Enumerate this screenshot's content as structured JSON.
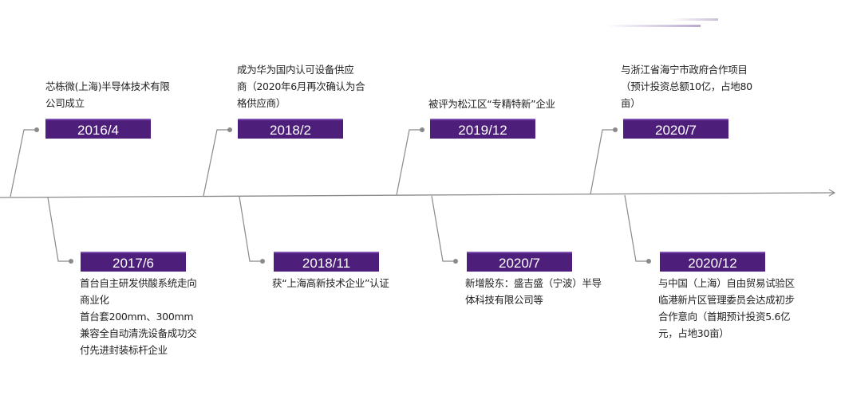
{
  "accent_color": "#4e1f7a",
  "events_top": [
    {
      "date": "2016/4",
      "text": "芯栋微(上海)半导体技术有限\n公司成立"
    },
    {
      "date": "2018/2",
      "text": "成为华为国内认可设备供应\n商（2020年6月再次确认为合\n格供应商）"
    },
    {
      "date": "2019/12",
      "text": "被评为松江区“专精特新”企业"
    },
    {
      "date": "2020/7",
      "text": "与浙江省海宁市政府合作项目\n（预计投资总额10亿，占地80\n亩）"
    }
  ],
  "events_bottom": [
    {
      "date": "2017/6",
      "text": "首台自主研发供酸系统走向\n商业化\n首台套200mm、300mm\n兼容全自动清洗设备成功交\n付先进封装标杆企业"
    },
    {
      "date": "2018/11",
      "text": "获“上海高新技术企业”认证"
    },
    {
      "date": "2020/7",
      "text": "新增股东：盛吉盛（宁波）半导\n体科技有限公司等"
    },
    {
      "date": "2020/12",
      "text": "与中国（上海）自由贸易试验区\n临港新片区管理委员会达成初步\n合作意向（首期预计投资5.6亿\n元，占地30亩）"
    }
  ]
}
